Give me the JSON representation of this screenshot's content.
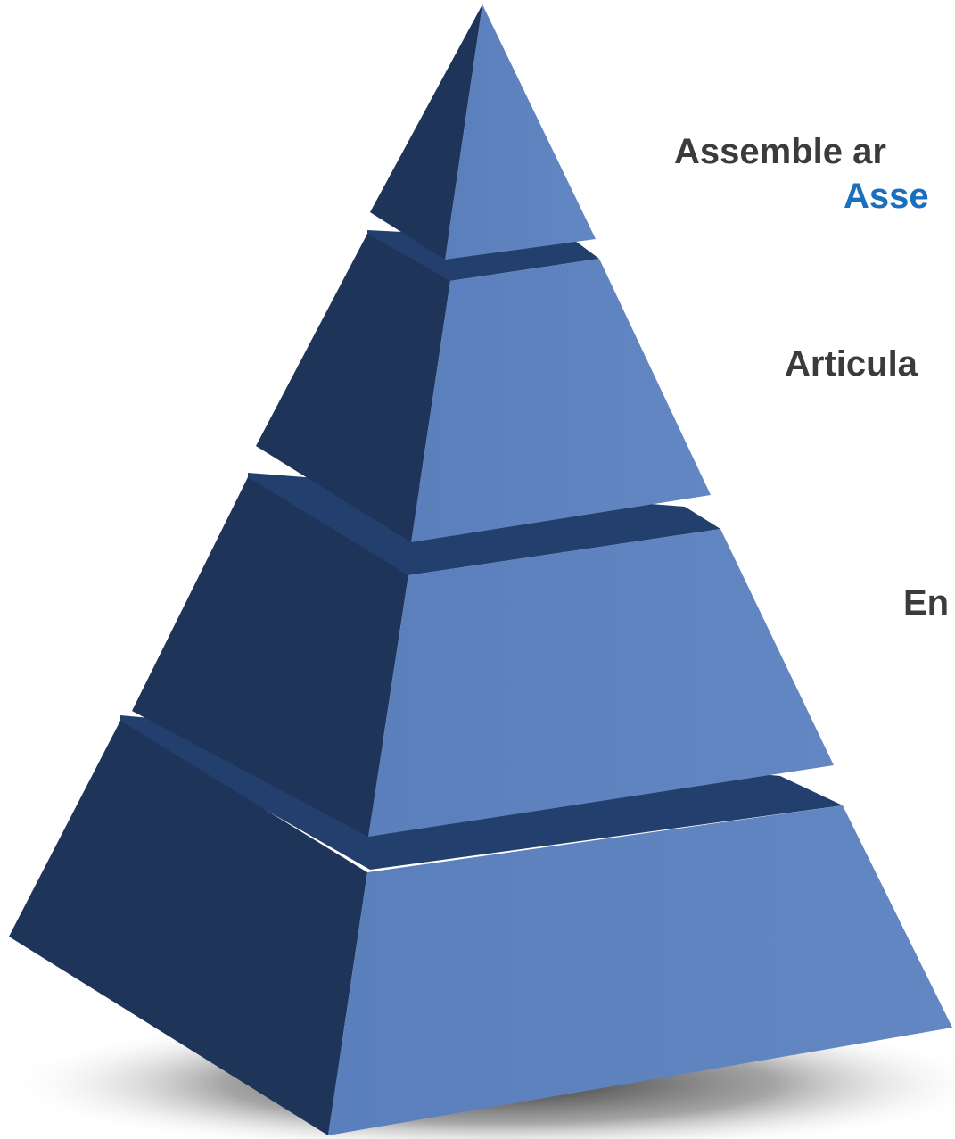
{
  "colors": {
    "face_dark": "#1f3459",
    "face_light": "#5d82be",
    "band": "#233f6e",
    "shadow": "#2a2a2a",
    "label_dark": "#3b3b3b",
    "label_accent": "#1b6fbd"
  },
  "labels": [
    {
      "text": "Assemble ar",
      "color": "#3b3b3b"
    },
    {
      "text": "Asse",
      "color": "#1b6fbd"
    },
    {
      "text": "Articula",
      "color": "#3b3b3b"
    },
    {
      "text": "En",
      "color": "#3b3b3b"
    }
  ],
  "pyramid": {
    "tiers": 4
  }
}
